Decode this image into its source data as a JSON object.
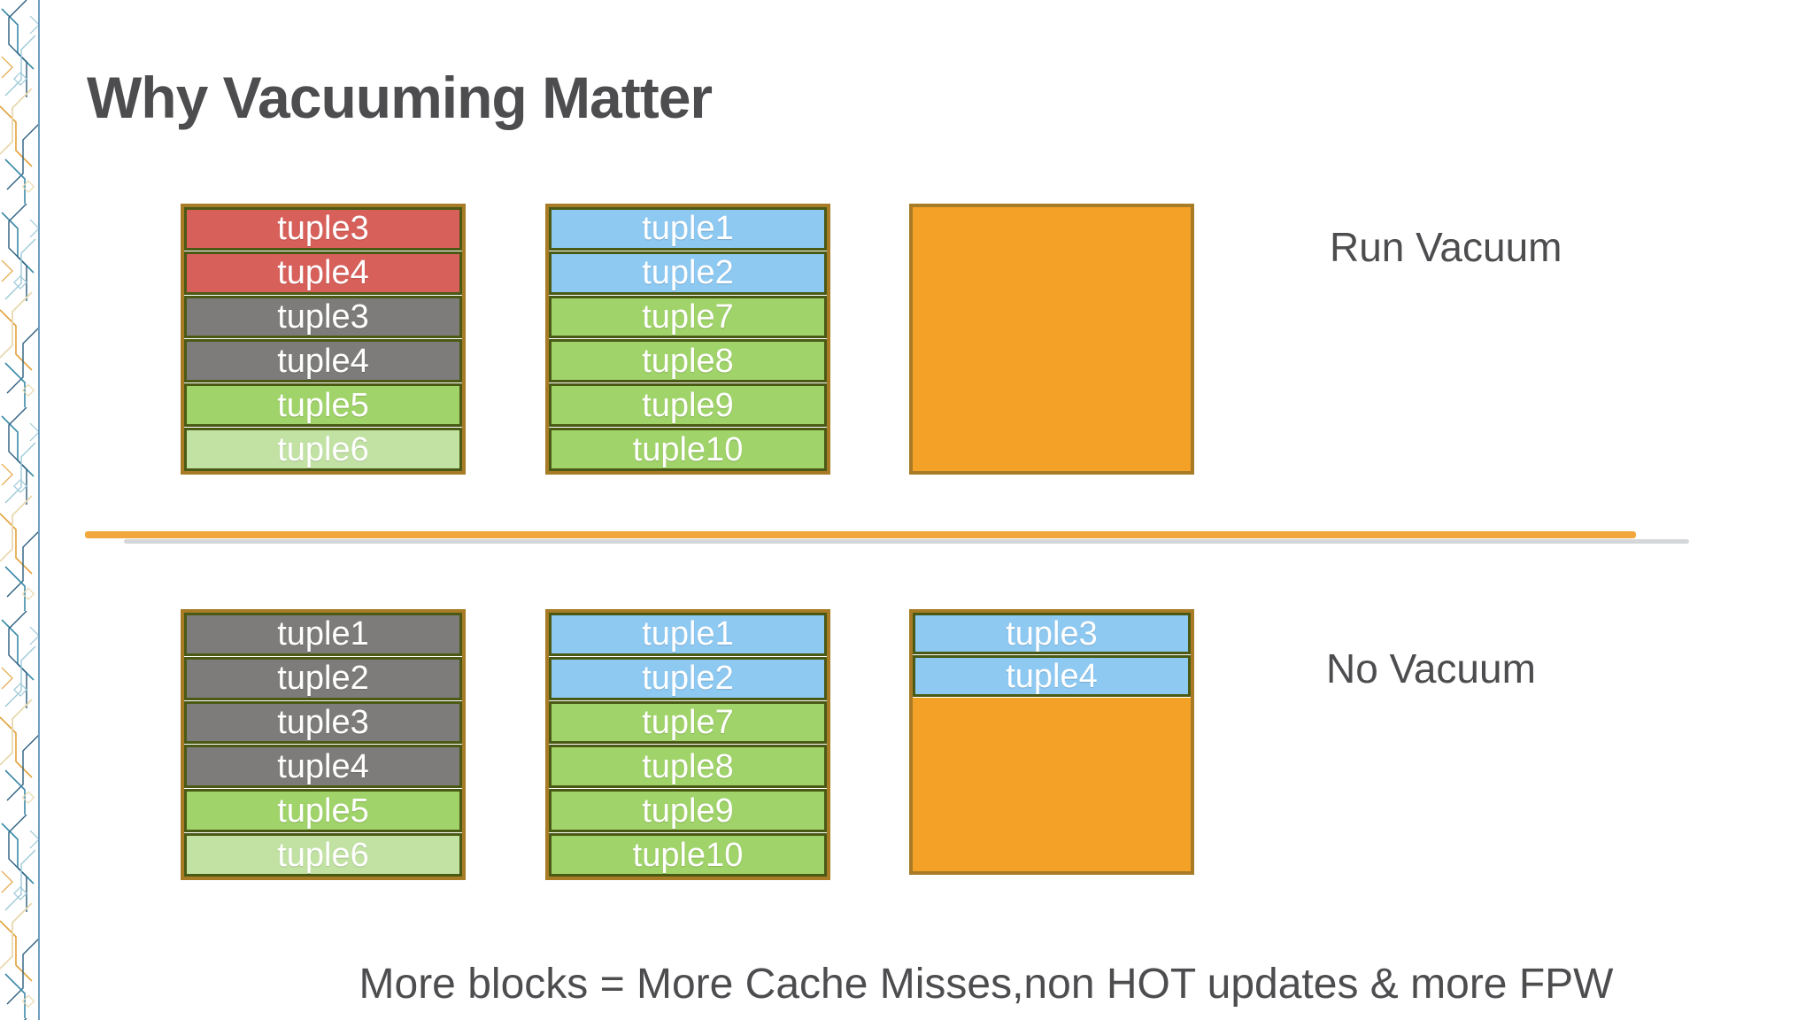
{
  "title": "Why Vacuuming Matter",
  "caption": "More blocks = More Cache Misses,non HOT updates & more FPW",
  "colors": {
    "red": "#d8605a",
    "gray": "#7d7c7a",
    "green": "#a0d369",
    "green_light": "#c2e2a4",
    "blue": "#8ec9f2",
    "orange": "#f4a128",
    "outer_border": "#a87c26",
    "row_border": "#4a5a14",
    "divider": "#f2a73c",
    "text_dark": "#4d4d50",
    "tuple_text": "#ffffff"
  },
  "sections": [
    {
      "label": "Run Vacuum",
      "blocks": [
        {
          "name": "block-after-vacuum-page1",
          "rows": [
            {
              "label": "tuple3",
              "color": "red"
            },
            {
              "label": "tuple4",
              "color": "red"
            },
            {
              "label": "tuple3",
              "color": "gray"
            },
            {
              "label": "tuple4",
              "color": "gray"
            },
            {
              "label": "tuple5",
              "color": "green"
            },
            {
              "label": "tuple6",
              "color": "green_light"
            }
          ]
        },
        {
          "name": "block-after-vacuum-page2",
          "rows": [
            {
              "label": "tuple1",
              "color": "blue"
            },
            {
              "label": "tuple2",
              "color": "blue"
            },
            {
              "label": "tuple7",
              "color": "green"
            },
            {
              "label": "tuple8",
              "color": "green"
            },
            {
              "label": "tuple9",
              "color": "green"
            },
            {
              "label": "tuple10",
              "color": "green"
            }
          ]
        },
        {
          "name": "block-after-vacuum-page3-free",
          "rows": [],
          "fill": "orange"
        }
      ]
    },
    {
      "label": "No Vacuum",
      "blocks": [
        {
          "name": "block-no-vacuum-page1",
          "rows": [
            {
              "label": "tuple1",
              "color": "gray"
            },
            {
              "label": "tuple2",
              "color": "gray"
            },
            {
              "label": "tuple3",
              "color": "gray"
            },
            {
              "label": "tuple4",
              "color": "gray"
            },
            {
              "label": "tuple5",
              "color": "green"
            },
            {
              "label": "tuple6",
              "color": "green_light"
            }
          ]
        },
        {
          "name": "block-no-vacuum-page2",
          "rows": [
            {
              "label": "tuple1",
              "color": "blue"
            },
            {
              "label": "tuple2",
              "color": "blue"
            },
            {
              "label": "tuple7",
              "color": "green"
            },
            {
              "label": "tuple8",
              "color": "green"
            },
            {
              "label": "tuple9",
              "color": "green"
            },
            {
              "label": "tuple10",
              "color": "green"
            }
          ]
        },
        {
          "name": "block-no-vacuum-page3",
          "rows": [
            {
              "label": "tuple3",
              "color": "blue"
            },
            {
              "label": "tuple4",
              "color": "blue"
            }
          ],
          "fill": "orange"
        }
      ]
    }
  ]
}
